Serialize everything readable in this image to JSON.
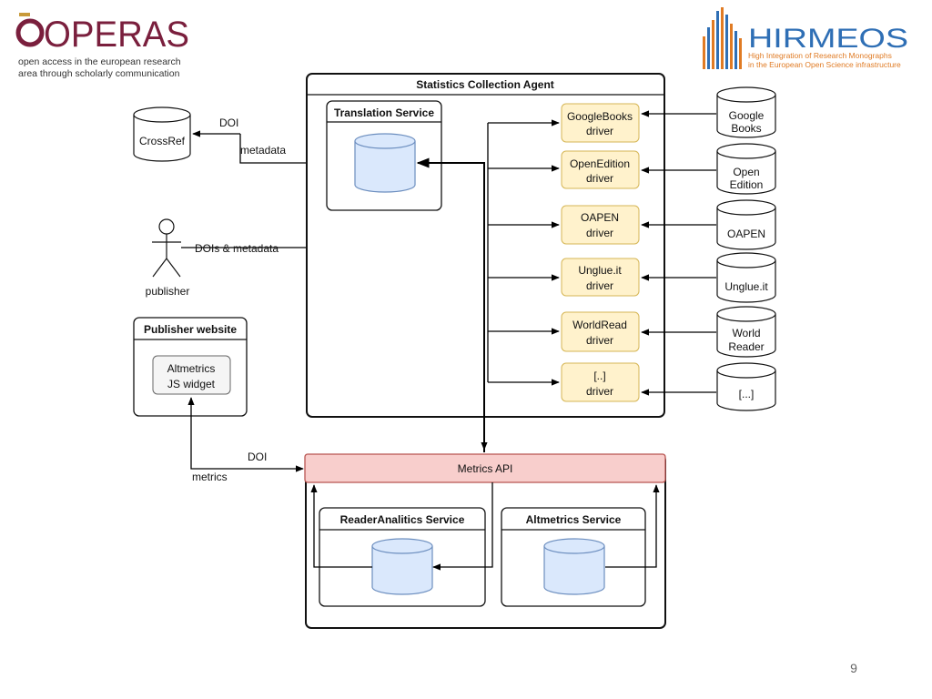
{
  "header": {
    "opera_logo_text": "OPERAS",
    "opera_tagline_line1": "open access in the european research",
    "opera_tagline_line2": "area through scholarly communication",
    "hirmeos_logo_text": "HIRMEOS",
    "hirmeos_tagline_line1": "High Integration of Research Monographs",
    "hirmeos_tagline_line2": "in the European Open Science infrastructure"
  },
  "colors": {
    "opera_brand": "#7a1f3d",
    "hirmeos_blue": "#2f6fb5",
    "hirmeos_orange": "#e07b24"
  },
  "diagram": {
    "crossref": "CrossRef",
    "doi_top": "DOI",
    "metadata": "metadata",
    "publisher": "publisher",
    "dois_metadata": "DOIs & metadata",
    "statistics_agent_title": "Statistics Collection Agent",
    "translation_service_title": "Translation Service",
    "publisher_website_title": "Publisher website",
    "widget_line1": "Altmetrics",
    "widget_line2": "JS widget",
    "doi_bottom": "DOI",
    "metrics": "metrics",
    "metrics_api": "Metrics API",
    "reader_service": "ReaderAnalitics Service",
    "altmetrics_service": "Altmetrics Service",
    "drivers": [
      {
        "line1": "GoogleBooks",
        "line2": "driver"
      },
      {
        "line1": "OpenEdition",
        "line2": "driver"
      },
      {
        "line1": "OAPEN",
        "line2": "driver"
      },
      {
        "line1": "Unglue.it",
        "line2": "driver"
      },
      {
        "line1": "WorldRead",
        "line2": "driver"
      },
      {
        "line1": "[..]",
        "line2": "driver"
      }
    ],
    "sources": [
      {
        "line1": "Google",
        "line2": "Books"
      },
      {
        "line1": "Open",
        "line2": "Edition"
      },
      {
        "line1": "OAPEN",
        "line2": ""
      },
      {
        "line1": "Unglue.it",
        "line2": ""
      },
      {
        "line1": "World",
        "line2": "Reader"
      },
      {
        "line1": "[...]",
        "line2": ""
      }
    ]
  },
  "footer": {
    "page_number": "9"
  }
}
